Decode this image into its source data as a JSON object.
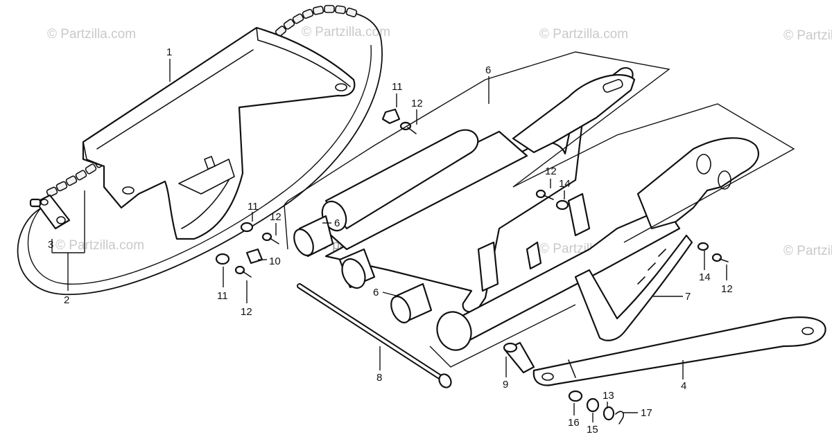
{
  "watermark": "© Partzilla.com",
  "watermark_center": "© partzilla.com",
  "callouts": [
    {
      "id": "c1",
      "text": "1"
    },
    {
      "id": "c2",
      "text": "2"
    },
    {
      "id": "c3",
      "text": "3"
    },
    {
      "id": "c4",
      "text": "4"
    },
    {
      "id": "c5",
      "text": "6"
    },
    {
      "id": "c6",
      "text": "6"
    },
    {
      "id": "c7",
      "text": "6"
    },
    {
      "id": "c8",
      "text": "7"
    },
    {
      "id": "c9",
      "text": "8"
    },
    {
      "id": "c10",
      "text": "9"
    },
    {
      "id": "c11",
      "text": "10"
    },
    {
      "id": "c12",
      "text": "11"
    },
    {
      "id": "c13",
      "text": "11"
    },
    {
      "id": "c14",
      "text": "11"
    },
    {
      "id": "c15",
      "text": "12"
    },
    {
      "id": "c16",
      "text": "12"
    },
    {
      "id": "c17",
      "text": "12"
    },
    {
      "id": "c18",
      "text": "12"
    },
    {
      "id": "c19",
      "text": "12"
    },
    {
      "id": "c20",
      "text": "13"
    },
    {
      "id": "c21",
      "text": "14"
    },
    {
      "id": "c22",
      "text": "14"
    },
    {
      "id": "c23",
      "text": "15"
    },
    {
      "id": "c24",
      "text": "16"
    },
    {
      "id": "c25",
      "text": "17"
    }
  ]
}
